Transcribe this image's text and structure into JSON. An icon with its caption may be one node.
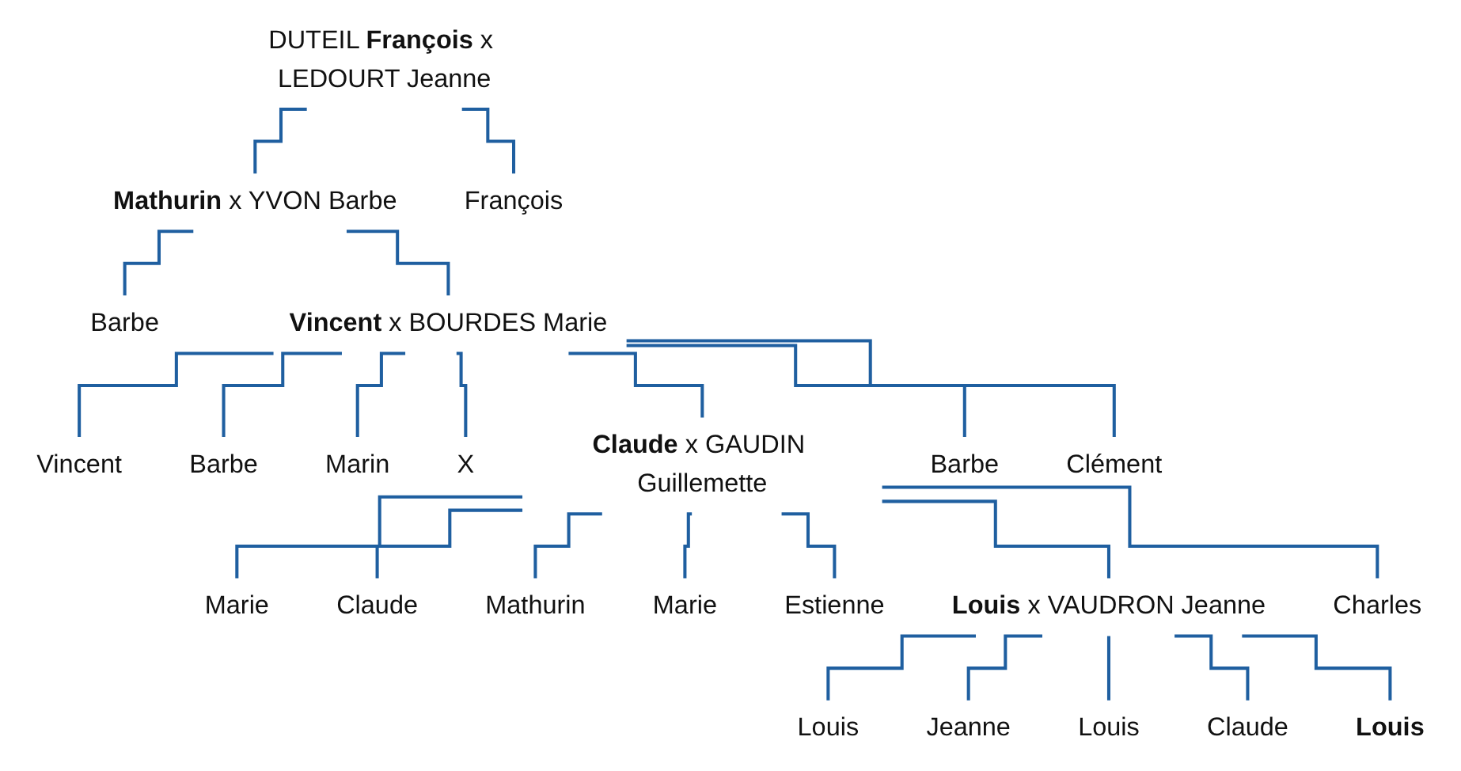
{
  "diagram": {
    "nodes": [
      {
        "text": [
          "DUTEIL **François** x LEDOURT Jeanne"
        ]
      },
      {
        "text": [
          "**Mathurin** x YVON Barbe"
        ]
      },
      {
        "text": [
          "François"
        ]
      },
      {
        "text": [
          "Barbe"
        ]
      },
      {
        "text": [
          "**Vincent** x BOURDES Marie"
        ]
      },
      {
        "text": [
          "Vincent"
        ]
      },
      {
        "text": [
          "Barbe"
        ]
      },
      {
        "text": [
          "Marin"
        ]
      },
      {
        "text": [
          "X"
        ]
      },
      {
        "text": [
          "**Claude** x GAUDIN Guillemette"
        ]
      },
      {
        "text": [
          "Barbe"
        ]
      },
      {
        "text": [
          "Clément"
        ]
      },
      {
        "text": [
          "Marie"
        ]
      },
      {
        "text": [
          "Claude"
        ]
      },
      {
        "text": [
          "Mathurin"
        ]
      },
      {
        "text": [
          "Marie"
        ]
      },
      {
        "text": [
          "Estienne"
        ]
      },
      {
        "text": [
          "**Louis** x VAUDRON Jeanne"
        ]
      },
      {
        "text": [
          "Charles"
        ]
      },
      {
        "text": [
          "Louis"
        ]
      },
      {
        "text": [
          "Jeanne"
        ]
      },
      {
        "text": [
          "Louis"
        ]
      },
      {
        "text": [
          "Claude"
        ]
      },
      {
        "text": [
          "Louis"
        ]
      }
    ],
    "edges": [
      {
        "from": 0,
        "to": 1,
        "arrow": "none"
      },
      {
        "from": 0,
        "to": 2,
        "arrow": "none"
      },
      {
        "from": 1,
        "to": 3,
        "arrow": "none"
      },
      {
        "from": 1,
        "to": 4,
        "arrow": "none"
      },
      {
        "from": 4,
        "to": 5,
        "arrow": "none"
      },
      {
        "from": 4,
        "to": 6,
        "arrow": "none"
      },
      {
        "from": 4,
        "to": 7,
        "arrow": "none"
      },
      {
        "from": 4,
        "to": 8,
        "arrow": "none"
      },
      {
        "from": 4,
        "to": 9,
        "arrow": "none"
      },
      {
        "from": 4,
        "to": 10,
        "arrow": "none"
      },
      {
        "from": 4,
        "to": 11,
        "arrow": "none"
      },
      {
        "from": 9,
        "to": 12,
        "arrow": "none"
      },
      {
        "from": 9,
        "to": 13,
        "arrow": "none"
      },
      {
        "from": 9,
        "to": 14,
        "arrow": "none"
      },
      {
        "from": 9,
        "to": 15,
        "arrow": "none"
      },
      {
        "from": 9,
        "to": 16,
        "arrow": "none"
      },
      {
        "from": 9,
        "to": 17,
        "arrow": "none"
      },
      {
        "from": 9,
        "to": 18,
        "arrow": "none"
      },
      {
        "from": 17,
        "to": 19,
        "arrow": "none"
      },
      {
        "from": 17,
        "to": 20,
        "arrow": "none"
      },
      {
        "from": 17,
        "to": 21,
        "arrow": "none"
      },
      {
        "from": 17,
        "to": 22,
        "arrow": "none"
      },
      {
        "from": 17,
        "to": 23,
        "arrow": "none"
      }
    ]
  }
}
